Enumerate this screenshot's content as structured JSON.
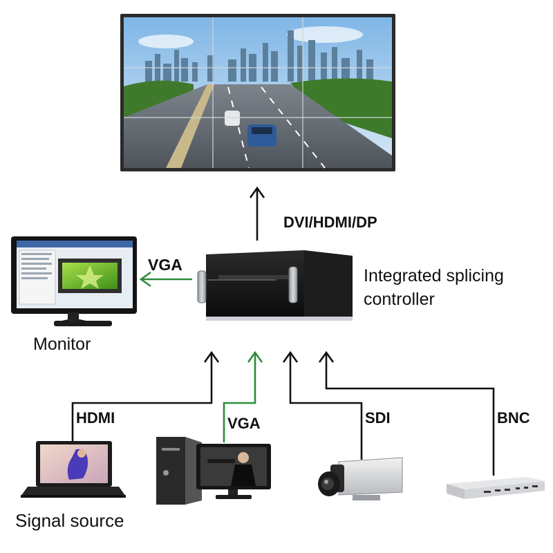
{
  "labels": {
    "output_bus": "DVI/HDMI/DP",
    "monitor_link": "VGA",
    "controller_line1": "Integrated splicing",
    "controller_line2": "controller",
    "monitor": "Monitor",
    "hdmi": "HDMI",
    "vga": "VGA",
    "sdi": "SDI",
    "bnc": "BNC",
    "signal_source": "Signal source"
  },
  "colors": {
    "arrow_black": "#111111",
    "arrow_green": "#2e8b3a",
    "text": "#111111"
  },
  "icons": {
    "video_wall": "video-wall-icon",
    "controller": "splicing-controller-icon",
    "monitor": "monitor-icon",
    "laptop": "laptop-icon",
    "desktop_pc": "desktop-pc-icon",
    "camera": "cctv-camera-icon",
    "bnc_device": "dvr-box-icon"
  }
}
